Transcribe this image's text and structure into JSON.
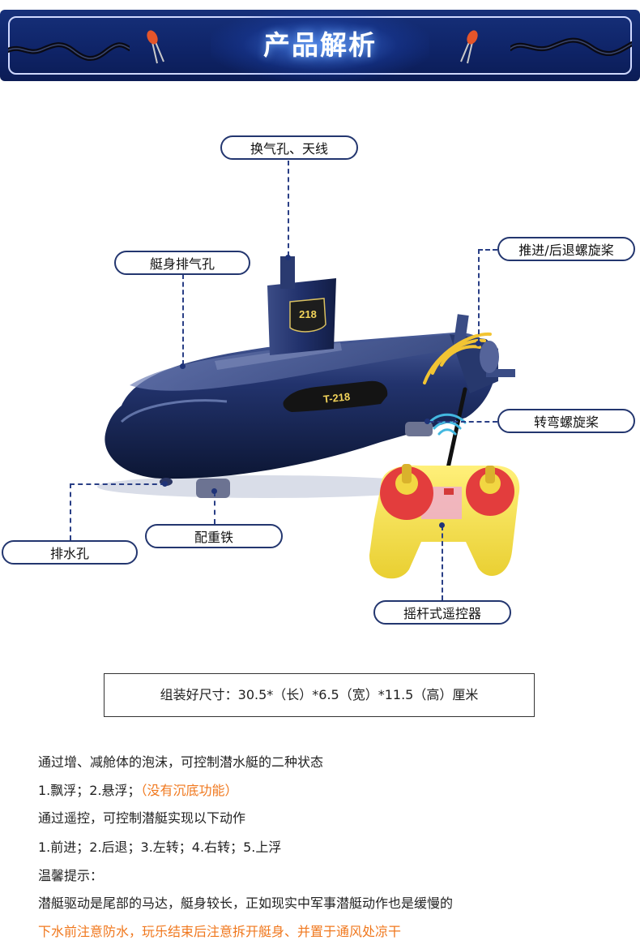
{
  "banner": {
    "title": "产品解析"
  },
  "callouts": {
    "vent_antenna": "换气孔、天线",
    "hull_exhaust": "艇身排气孔",
    "propeller": "推进/后退螺旋桨",
    "turn_propeller": "转弯螺旋桨",
    "drain_hole": "排水孔",
    "counterweight": "配重铁",
    "controller": "摇杆式遥控器"
  },
  "hull_marks": {
    "tower_number": "218",
    "hull_label": "T-218"
  },
  "size": {
    "text": "组装好尺寸：30.5*（长）*6.5（宽）*11.5（高）厘米"
  },
  "description": {
    "line1": "通过增、减舱体的泡沫，可控制潜水艇的二种状态",
    "line2_a": "1.飘浮；2.悬浮；",
    "line2_b": "（没有沉底功能）",
    "line3": "通过遥控，可控制潜艇实现以下动作",
    "line4": "1.前进；2.后退；3.左转；4.右转；5.上浮",
    "line5": "温馨提示：",
    "line6": "潜艇驱动是尾部的马达，艇身较长，正如现实中军事潜艇动作也是缓慢的",
    "line7": "下水前注意防水，玩乐结束后注意拆开艇身、并置于通风处凉干"
  },
  "colors": {
    "banner_bg": "#0f2468",
    "callout_border": "#23366f",
    "hull": "#1b2a5e",
    "controller_body": "#f5e25a",
    "controller_stick": "#e23b3b",
    "highlight_text": "#f0781e"
  },
  "icons": [
    "wire-icon",
    "resistor-icon",
    "signal-wave-icon",
    "antenna-icon"
  ]
}
